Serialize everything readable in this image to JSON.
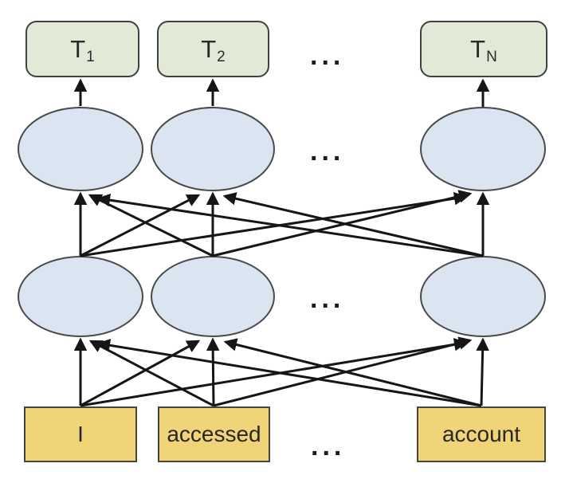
{
  "diagram": {
    "output_row": {
      "boxes": [
        {
          "base": "T",
          "sub": "1"
        },
        {
          "base": "T",
          "sub": "2"
        },
        {
          "base": "T",
          "sub": "N"
        }
      ],
      "ellipsis": "..."
    },
    "upper_hidden_row": {
      "ellipsis": "..."
    },
    "lower_hidden_row": {
      "ellipsis": "..."
    },
    "input_row": {
      "boxes": [
        "I",
        "accessed",
        "account"
      ],
      "ellipsis": "..."
    }
  },
  "colors": {
    "background": "#ffffff",
    "output_box_fill": "#e2ead7",
    "hidden_node_fill": "#dbe5f1",
    "input_box_fill": "#f2d478",
    "outline": "#414141",
    "arrow": "#161616",
    "text": "#2b2b2b"
  }
}
